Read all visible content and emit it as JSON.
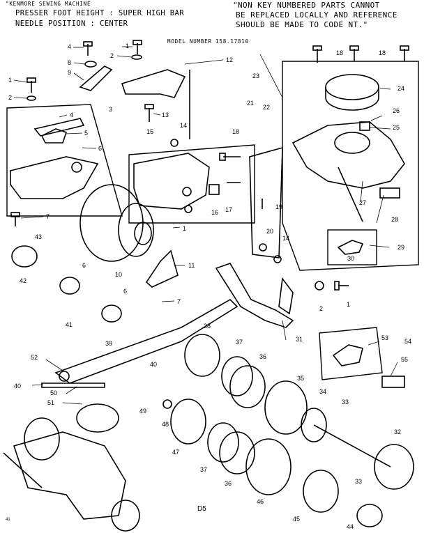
{
  "header": {
    "machine": "\"KENMORE SEWING MACHINE",
    "presser": "PRESSER FOOT HEIGHT : SUPER HIGH BAR",
    "needle": "NEEDLE POSITION : CENTER",
    "note_line1": "\"NON KEY NUMBERED PARTS CANNOT",
    "note_line2": "BE REPLACED LOCALLY AND REFERENCE",
    "note_line3": "SHOULD BE MADE TO CODE NT.\"",
    "model": "MODEL NUMBER 158.17810"
  },
  "page_code": "D5",
  "corner_mark": "41",
  "callouts": [
    "1",
    "2",
    "3",
    "4",
    "5",
    "6",
    "7",
    "8",
    "9",
    "10",
    "11",
    "12",
    "13",
    "14",
    "15",
    "16",
    "17",
    "18",
    "19",
    "20",
    "21",
    "22",
    "23",
    "24",
    "25",
    "26",
    "27",
    "28",
    "29",
    "30",
    "31",
    "32",
    "33",
    "34",
    "35",
    "36",
    "37",
    "38",
    "39",
    "40",
    "41",
    "42",
    "43",
    "44",
    "45",
    "46",
    "47",
    "48",
    "49",
    "50",
    "51",
    "52",
    "53",
    "54",
    "55"
  ]
}
